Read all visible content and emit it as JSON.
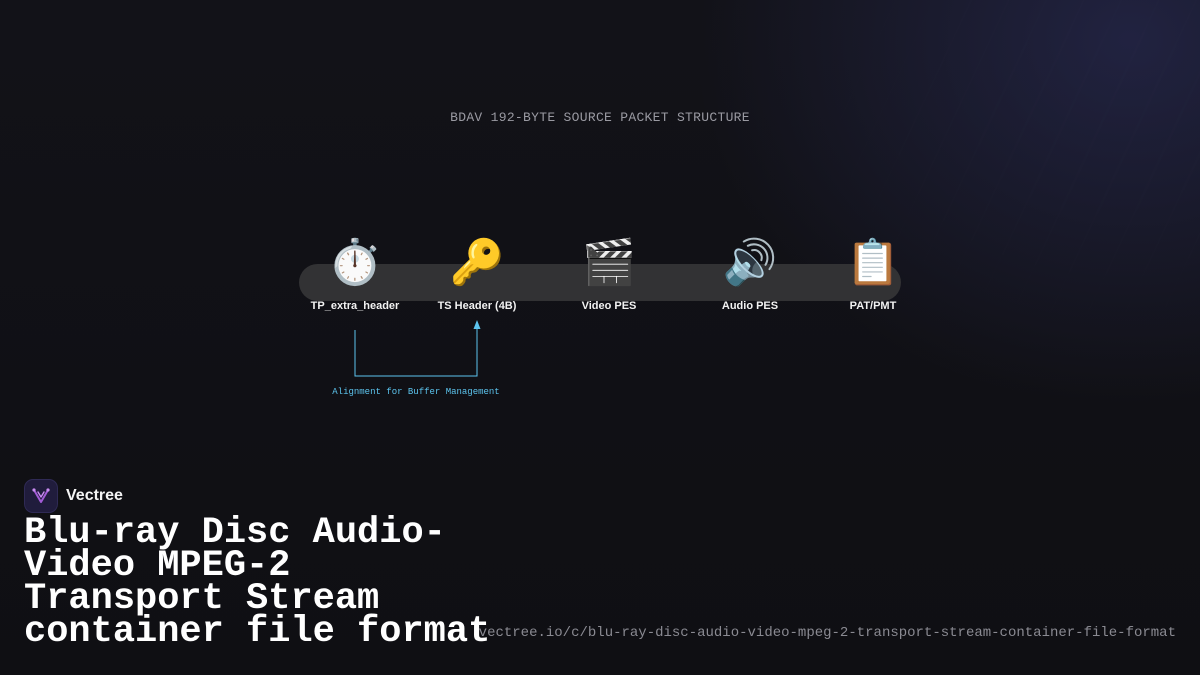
{
  "diagram": {
    "title": "BDAV 192-BYTE SOURCE PACKET STRUCTURE",
    "segments": [
      {
        "icon": "⏱️",
        "icon_name": "stopwatch-icon",
        "label": "TP_extra_header"
      },
      {
        "icon": "🔑",
        "icon_name": "key-icon",
        "label": "TS Header (4B)"
      },
      {
        "icon": "🎬",
        "icon_name": "clapperboard-icon",
        "label": "Video PES"
      },
      {
        "icon": "🔊",
        "icon_name": "speaker-icon",
        "label": "Audio PES"
      },
      {
        "icon": "📋",
        "icon_name": "clipboard-icon",
        "label": "PAT/PMT"
      }
    ],
    "annotation": "Alignment for Buffer Management",
    "annotation_color": "#5cc4ee",
    "bar_color": "#323234"
  },
  "brand": {
    "name": "Vectree",
    "logo_icon": "vectree-logo-icon",
    "logo_color": "#a25bd6"
  },
  "page": {
    "title": "Blu-ray Disc Audio-Video MPEG-2 Transport Stream container file format",
    "url": "vectree.io/c/blu-ray-disc-audio-video-mpeg-2-transport-stream-container-file-format",
    "background": "#0f0f13"
  }
}
